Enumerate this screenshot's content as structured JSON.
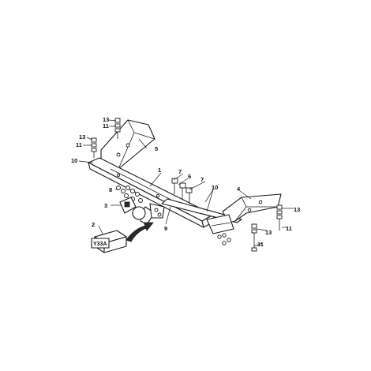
{
  "callouts": {
    "c1": "1",
    "c2": "2",
    "c3": "3",
    "c4": "4",
    "c5": "5",
    "c6": "6",
    "c7a": "7",
    "c7b": "7",
    "c8": "8",
    "c9": "9",
    "c10a": "10",
    "c10b": "10",
    "c11a": "11",
    "c11b": "11",
    "c11c": "11",
    "c11d": "11",
    "c13a": "13",
    "c13b": "13",
    "c13c": "13",
    "c13d": "13"
  },
  "box_label": "Y33A",
  "colors": {
    "ink": "#1a1a1a",
    "paper": "#ffffff"
  }
}
